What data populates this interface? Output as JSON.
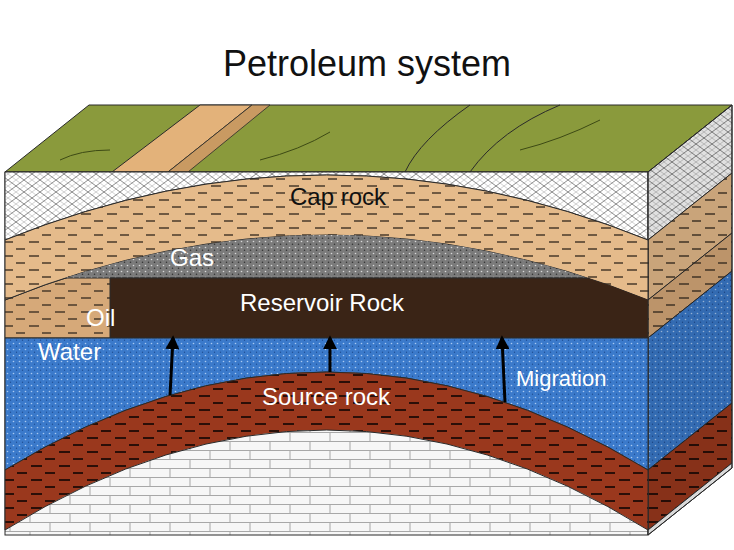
{
  "diagram": {
    "title": "Petroleum system",
    "nodes": [
      {
        "text": [
          "Cap rock"
        ]
      },
      {
        "text": [
          "Gas"
        ]
      },
      {
        "text": [
          "Reservoir Rock"
        ]
      },
      {
        "text": [
          "Water"
        ]
      },
      {
        "text": [
          "Source rock"
        ]
      }
    ],
    "edges": [
      {
        "from": 4,
        "to": 2,
        "arrow": "to"
      },
      {
        "from": 4,
        "to": 2,
        "arrow": "to"
      },
      {
        "from": 4,
        "to": 2,
        "arrow": "to"
      }
    ],
    "labels": [
      "Oil",
      "Migration"
    ]
  }
}
